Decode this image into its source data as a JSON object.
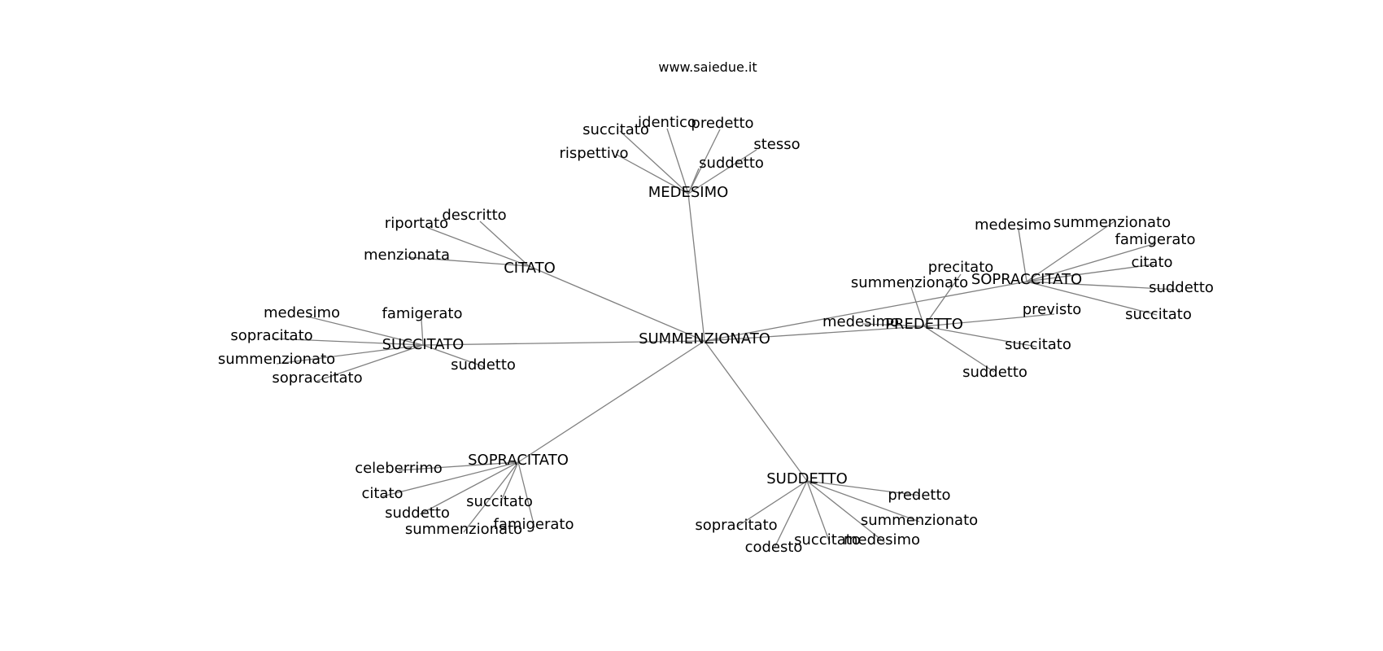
{
  "site_title": "www.saiedue.it",
  "graph": {
    "root": "SUMMENZIONATO",
    "hubs": [
      {
        "label": "MEDESIMO",
        "children": [
          "rispettivo",
          "succitato",
          "identico",
          "predetto",
          "suddetto",
          "stesso"
        ]
      },
      {
        "label": "CITATO",
        "children": [
          "descritto",
          "riportato",
          "menzionata"
        ]
      },
      {
        "label": "SUCCITATO",
        "children": [
          "famigerato",
          "medesimo",
          "sopracitato",
          "summenzionato",
          "sopraccitato",
          "suddetto"
        ]
      },
      {
        "label": "PREDETTO",
        "children": [
          "summenzionato",
          "medesimo",
          "precitato",
          "previsto",
          "succitato",
          "suddetto"
        ]
      },
      {
        "label": "SOPRACCITATO",
        "children": [
          "medesimo",
          "summenzionato",
          "famigerato",
          "citato",
          "suddetto",
          "succitato"
        ]
      },
      {
        "label": "SOPRACITATO",
        "children": [
          "celeberrimo",
          "citato",
          "suddetto",
          "summenzionato",
          "succitato",
          "famigerato"
        ]
      },
      {
        "label": "SUDDETTO",
        "children": [
          "predetto",
          "summenzionato",
          "medesimo",
          "succitato",
          "codesto",
          "sopracitato"
        ]
      }
    ]
  }
}
